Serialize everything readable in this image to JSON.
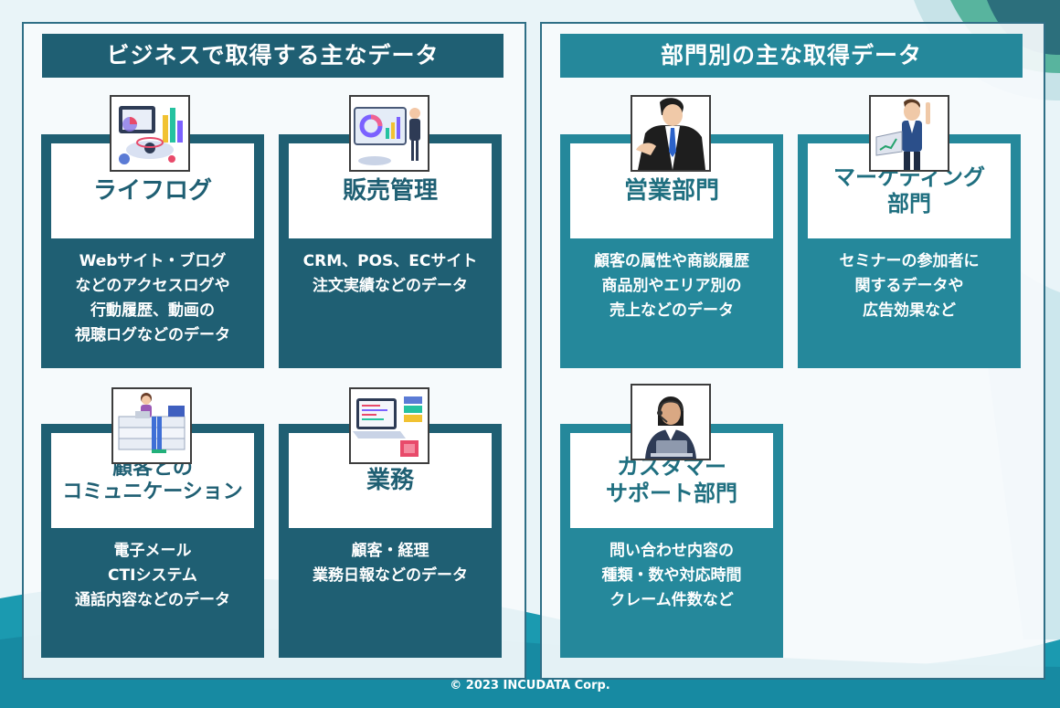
{
  "left_panel": {
    "title": "ビジネスで取得する主なデータ",
    "cards": [
      {
        "title_lines": [
          "ライフログ"
        ],
        "desc_lines": [
          "Webサイト・ブログ",
          "などのアクセスログや",
          "行動履歴、動画の",
          "視聴ログなどのデータ"
        ]
      },
      {
        "title_lines": [
          "販売管理"
        ],
        "desc_lines": [
          "CRM、POS、ECサイト",
          "注文実績などのデータ"
        ]
      },
      {
        "title_lines": [
          "顧客との",
          "コミュニケーション"
        ],
        "desc_lines": [
          "電子メール",
          "CTIシステム",
          "通話内容などのデータ"
        ]
      },
      {
        "title_lines": [
          "業務"
        ],
        "desc_lines": [
          "顧客・経理",
          "業務日報などのデータ"
        ]
      }
    ]
  },
  "right_panel": {
    "title": "部門別の主な取得データ",
    "cards": [
      {
        "title_lines": [
          "営業部門"
        ],
        "desc_lines": [
          "顧客の属性や商談履歴",
          "商品別やエリア別の",
          "売上などのデータ"
        ]
      },
      {
        "title_lines": [
          "マーケティング",
          "部門"
        ],
        "desc_lines": [
          "セミナーの参加者に",
          "関するデータや",
          "広告効果など"
        ]
      },
      {
        "title_lines": [
          "カスタマー",
          "サポート部門"
        ],
        "desc_lines": [
          "問い合わせ内容の",
          "種類・数や対応時間",
          "クレーム件数など"
        ]
      }
    ]
  },
  "icons": [
    "analytics-dashboard-icon",
    "presentation-chart-icon",
    "woman-laptop-documents-icon",
    "laptop-code-server-icon",
    "businessman-icon",
    "presenter-laptop-icon",
    "support-operator-icon"
  ],
  "colors": {
    "dark": "#1f5f73",
    "teal": "#25889b",
    "background": "#e7f3f8"
  },
  "footer": {
    "copyright": "© 2023 INCUDATA Corp."
  }
}
